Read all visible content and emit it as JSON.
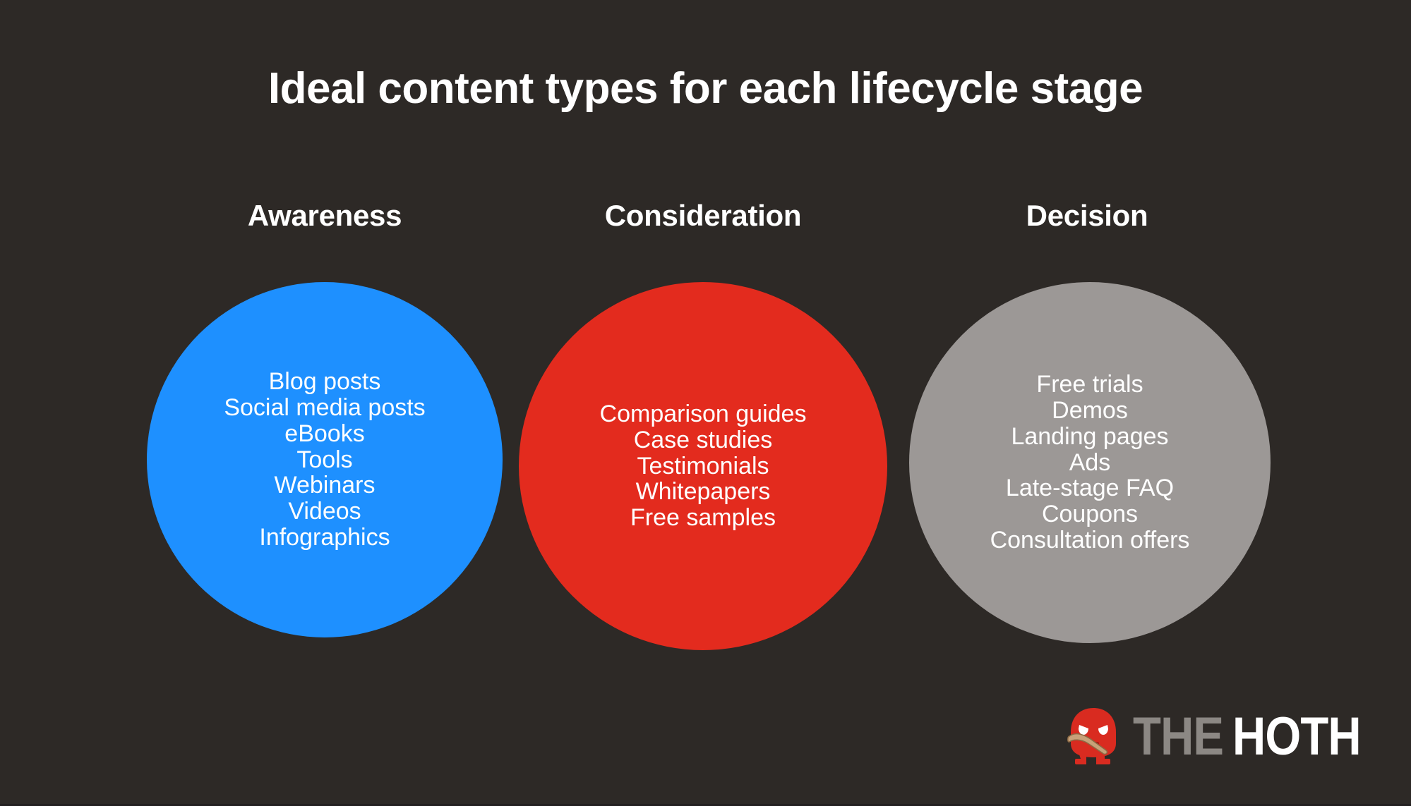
{
  "background_color": "#2d2926",
  "title": "Ideal content types for each lifecycle stage",
  "stages": [
    {
      "heading": "Awareness",
      "bubble_color": "#1e90ff",
      "items": [
        "Blog posts",
        "Social media posts",
        "eBooks",
        "Tools",
        "Webinars",
        "Videos",
        "Infographics"
      ]
    },
    {
      "heading": "Consideration",
      "bubble_color": "#e32b1e",
      "items": [
        "Comparison guides",
        "Case studies",
        "Testimonials",
        "Whitepapers",
        "Free samples"
      ]
    },
    {
      "heading": "Decision",
      "bubble_color": "#9c9896",
      "items": [
        "Free trials",
        "Demos",
        "Landing pages",
        "Ads",
        "Late-stage FAQ",
        "Coupons",
        "Consultation offers"
      ]
    }
  ],
  "logo": {
    "the_text": "THE",
    "hoth_text": "HOTH",
    "the_color": "#8c8884",
    "hoth_color": "#ffffff",
    "mascot_body_color": "#d92b20",
    "mascot_club_color": "#c8a179"
  }
}
